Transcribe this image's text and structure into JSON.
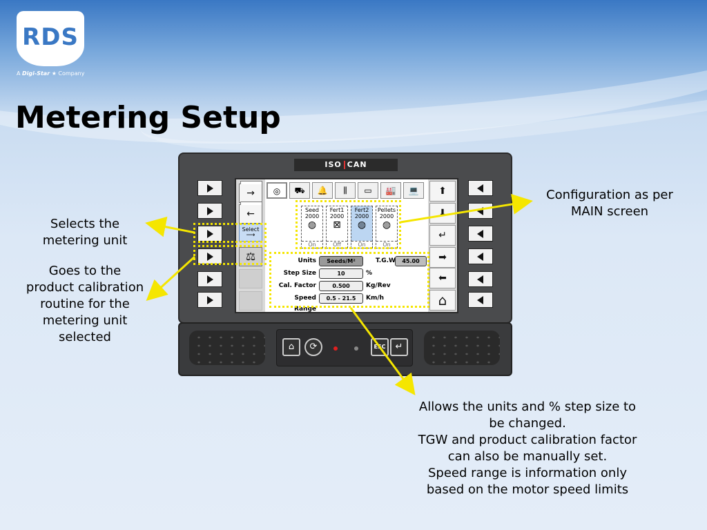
{
  "slide": {
    "title": "Metering Setup",
    "logo_text": "RDS",
    "logo_sub_prefix": "A",
    "logo_sub_brand": "Digi-Star",
    "logo_sub_suffix": "Company"
  },
  "device": {
    "brand_left": "ISO",
    "brand_right": "CAN",
    "select_label": "Select",
    "left_keys": [
      "→",
      "←"
    ],
    "right_keys": [
      "⬆",
      "⬇",
      "↵",
      "➡",
      "⬅",
      "⌂"
    ],
    "top_tabs": [
      "◎",
      "⛟",
      "🔔",
      "⫼",
      "▭",
      "🏭",
      "💻"
    ],
    "units": [
      {
        "name": "Seed",
        "rate": "2000",
        "icon": "◍",
        "state": "On",
        "selected": false
      },
      {
        "name": "Fert1",
        "rate": "2000",
        "icon": "⊠",
        "state": "Off",
        "selected": false
      },
      {
        "name": "Fert2",
        "rate": "2000",
        "icon": "◍",
        "state": "On",
        "selected": true
      },
      {
        "name": "Pellets",
        "rate": "2000",
        "icon": "◍",
        "state": "On",
        "selected": false
      }
    ],
    "form": {
      "units_label": "Units",
      "units_value": "Seeds/M²",
      "tgw_label": "T.G.W.",
      "tgw_value": "45.00",
      "step_label": "Step Size",
      "step_value": "10",
      "step_unit": "%",
      "cal_label": "Cal. Factor",
      "cal_value": "0.500",
      "cal_unit": "Kg/Rev",
      "speed_label": "Speed Range",
      "speed_value": "0.5 - 21.5",
      "speed_unit": "Km/h"
    },
    "panel": {
      "home_icon": "⌂",
      "cycle_icon": "⟳",
      "esc_label": "ESC",
      "enter_icon": "↵"
    }
  },
  "notes": {
    "select_unit": [
      "Selects the",
      "metering unit"
    ],
    "calibration": [
      "Goes to the",
      "product calibration",
      "routine for the",
      "metering unit",
      "selected"
    ],
    "config": [
      "Configuration as per",
      "MAIN screen"
    ],
    "units_info": [
      "Allows the units and % step size to",
      "be changed.",
      "TGW and product calibration factor",
      "can also be manually set.",
      "Speed range is information only",
      "based on the motor speed limits"
    ]
  },
  "colors": {
    "highlight": "#f5e600",
    "select_blue": "#c8dcf4",
    "bezel": "#4a4b4d"
  }
}
